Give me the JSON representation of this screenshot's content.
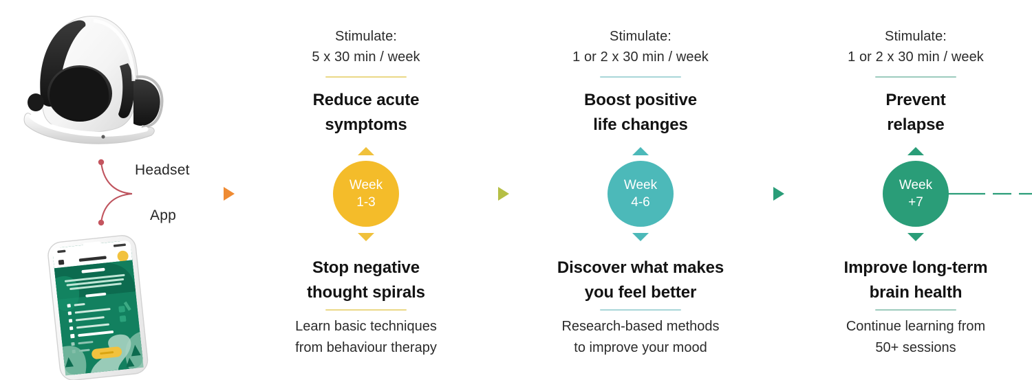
{
  "branch": {
    "headset_label": "Headset",
    "app_label": "App",
    "line_color_start": "#d9586a",
    "line_color_mid": "#f0962f"
  },
  "devices": {
    "headset": {
      "name": "headset-photo",
      "alt": "White and black EEG headset"
    },
    "phone": {
      "name": "phone-photo",
      "alt": "Smartphone showing green therapy app screen"
    }
  },
  "milestones": [
    {
      "stimulate_label": "Stimulate:",
      "stimulate_value": "5 x 30 min / week",
      "goal_title_lines": [
        "Reduce acute",
        "symptoms"
      ],
      "node_label_lines": [
        "Week",
        "1-3"
      ],
      "outcome_title_lines": [
        "Stop negative",
        "thought spirals"
      ],
      "outcome_sub_lines": [
        "Learn basic techniques",
        "from behaviour therapy"
      ],
      "color": "#f4bc2a",
      "divider_color": "#ead886",
      "marker_color": "#f0c13c"
    },
    {
      "stimulate_label": "Stimulate:",
      "stimulate_value": "1 or 2 x 30 min / week",
      "goal_title_lines": [
        "Boost positive",
        "life changes"
      ],
      "node_label_lines": [
        "Week",
        "4-6"
      ],
      "outcome_title_lines": [
        "Discover what makes",
        "you feel better"
      ],
      "outcome_sub_lines": [
        "Research-based methods",
        "to improve your mood"
      ],
      "color": "#4cb9b9",
      "divider_color": "#a8d6d8",
      "marker_color": "#4cb9b9"
    },
    {
      "stimulate_label": "Stimulate:",
      "stimulate_value": "1 or 2 x 30 min / week",
      "goal_title_lines": [
        "Prevent",
        "relapse"
      ],
      "node_label_lines": [
        "Week",
        "+7"
      ],
      "outcome_title_lines": [
        "Improve long-term",
        "brain health"
      ],
      "outcome_sub_lines": [
        "Continue learning from",
        "50+ sessions"
      ],
      "color": "#2a9d78",
      "divider_color": "#9ccbbd",
      "marker_color": "#2a9d78"
    }
  ],
  "timeline": {
    "arrow_1_color": "#f0962f",
    "arrow_2_color": "#b5bf45",
    "arrow_3_color": "#2a9d78",
    "dash_color": "#2a9d78"
  }
}
